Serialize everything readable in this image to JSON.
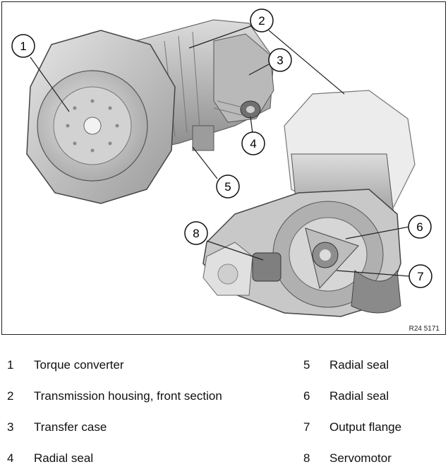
{
  "figure_id": "R24 5171",
  "callouts": [
    "1",
    "2",
    "3",
    "4",
    "5",
    "6",
    "7",
    "8"
  ],
  "legend": [
    {
      "num": "1",
      "label": "Torque converter"
    },
    {
      "num": "2",
      "label": "Transmission housing, front section"
    },
    {
      "num": "3",
      "label": "Transfer case"
    },
    {
      "num": "4",
      "label": "Radial seal"
    },
    {
      "num": "5",
      "label": "Radial seal"
    },
    {
      "num": "6",
      "label": "Radial seal"
    },
    {
      "num": "7",
      "label": "Output flange"
    },
    {
      "num": "8",
      "label": "Servomotor"
    }
  ]
}
